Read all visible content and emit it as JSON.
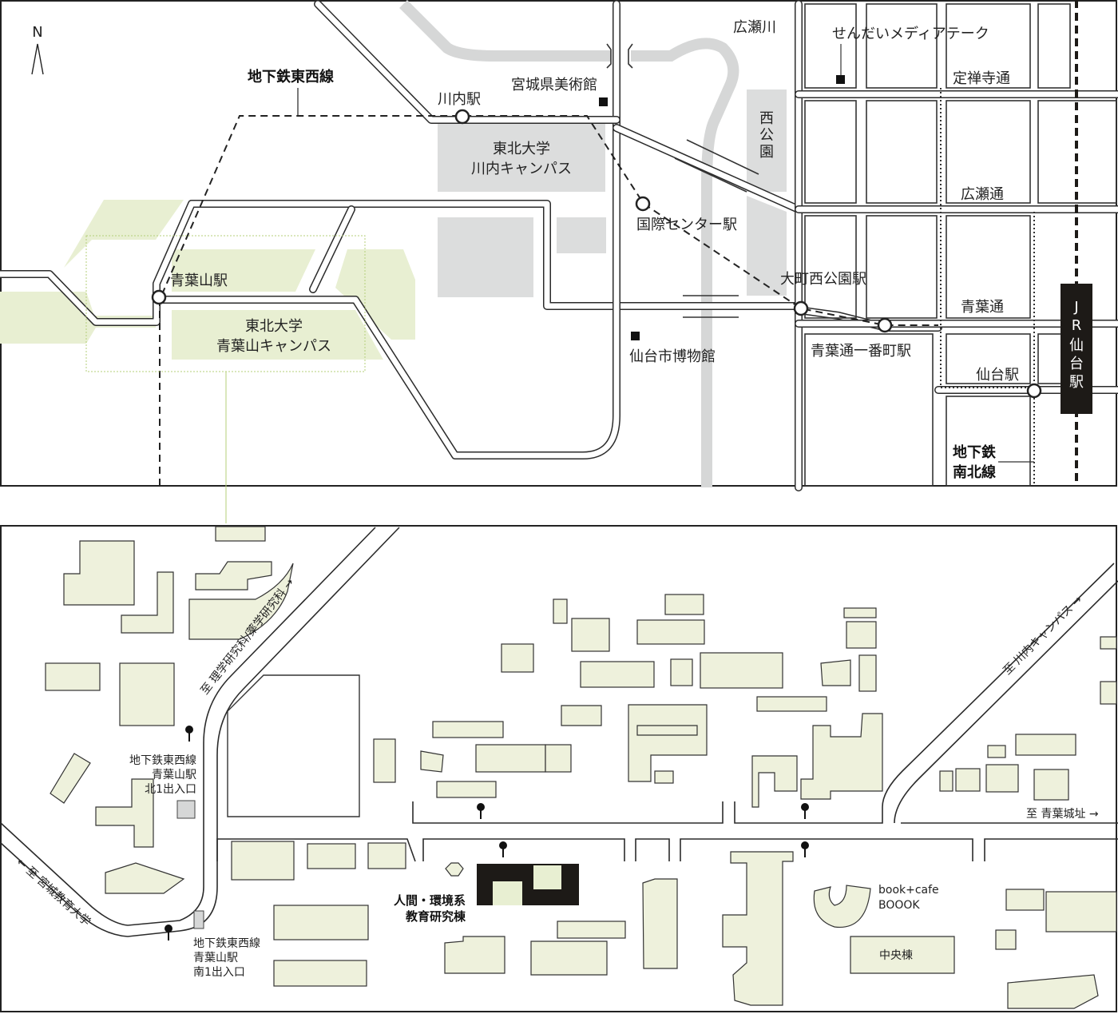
{
  "top_map": {
    "north": "N",
    "tozai_line": "地下鉄東西線",
    "nanboku_line": [
      "地下鉄",
      "南北線"
    ],
    "stations": {
      "kawauchi": "川内駅",
      "aobayama": "青葉山駅",
      "kokusai": "国際センター駅",
      "omachi": "大町西公園駅",
      "ichibancho": "青葉通一番町駅",
      "sendai": "仙台駅"
    },
    "jr_sendai": [
      "J",
      "R",
      "仙",
      "台",
      "駅"
    ],
    "places": {
      "museum_art": "宮城県美術館",
      "museum_city": "仙台市博物館",
      "mediatheque": "せんだいメディアテーク",
      "river": "広瀬川",
      "nishi_koen": [
        "西",
        "公",
        "園"
      ]
    },
    "streets": {
      "jozenji": "定禅寺通",
      "hirose": "広瀬通",
      "aoba": "青葉通"
    },
    "campuses": {
      "kawauchi": [
        "東北大学",
        "川内キャンパス"
      ],
      "aobayama": [
        "東北大学",
        "青葉山キャンパス"
      ]
    }
  },
  "bottom_map": {
    "dir_science": "至 理学研究科/薬学研究科 →",
    "dir_kawauchi": "至 川内キャンパス →",
    "dir_aobajo": "至 青葉城址 →",
    "dir_kyoiku": "← 至 宮城教育大学",
    "exit_north": [
      "地下鉄東西線",
      "青葉山駅",
      "北1出入口"
    ],
    "exit_south": [
      "地下鉄東西線",
      "青葉山駅",
      "南1出入口"
    ],
    "target_building": [
      "人間・環境系",
      "教育研究棟"
    ],
    "bookcafe": [
      "book+cafe",
      "BOOOK"
    ],
    "central": "中央棟"
  },
  "colors": {
    "green_area": "#e8efd2",
    "gray_block": "#dcdddd",
    "building": "#eef1dc",
    "target": "#1d1a17"
  }
}
